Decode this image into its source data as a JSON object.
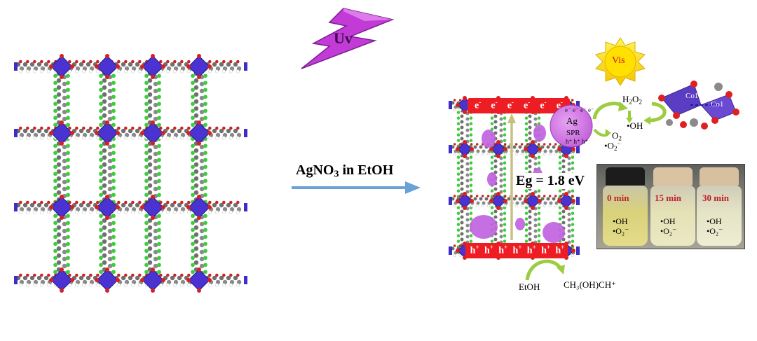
{
  "uv_label": "Uv",
  "vis_label": "Vis",
  "reaction": {
    "reagent": "AgNO",
    "reagent_sub": "3",
    "solvent_text": " in EtOH"
  },
  "band_gap": "Eg = 1.8 eV",
  "conduction_band": {
    "electron_symbol": "e",
    "electron_charge": "-",
    "count": 6
  },
  "valence_band": {
    "hole_symbol": "h",
    "hole_charge": "+",
    "count": 7
  },
  "ag_particle": {
    "electrons": "e⁻ e⁻ e⁻ e⁻",
    "label": "Ag",
    "spr": "SPR",
    "holes": "h⁺ h⁺ h⁺"
  },
  "species": {
    "h2o2": "H",
    "h2o2_sub": "2",
    "h2o2_tail": "O",
    "h2o2_sub2": "2",
    "oh_radical": "•OH",
    "o2": "O",
    "o2_sub": "2",
    "superoxide": "•O",
    "superoxide_sub": "2",
    "superoxide_sup": "−"
  },
  "sacrificial": {
    "reactant": "EtOH",
    "product": "CH₃(OH)CH⁺"
  },
  "cobalt_labels": [
    "Co1",
    "Co1"
  ],
  "photo": {
    "vials": [
      {
        "time": "0 min",
        "species": [
          "•OH",
          "•O₂⁻"
        ]
      },
      {
        "time": "15 min",
        "species": [
          "•OH",
          "•O₂⁻"
        ]
      },
      {
        "time": "30 min",
        "species": [
          "•OH",
          "•O₂⁻"
        ]
      }
    ]
  }
}
